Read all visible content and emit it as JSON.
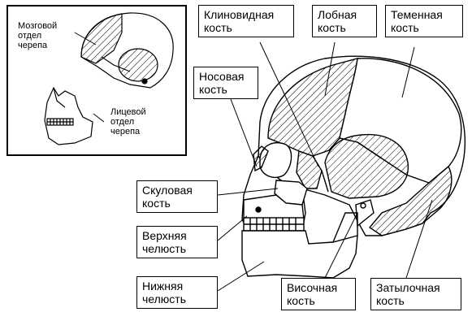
{
  "inset": {
    "cranial_label": [
      "Мозговой",
      "отдел",
      "черепа"
    ],
    "facial_label": [
      "Лицевой",
      "отдел",
      "черепа"
    ]
  },
  "labels": {
    "sphenoid": [
      "Клиновидная",
      "кость"
    ],
    "frontal": [
      "Лобная",
      "кость"
    ],
    "parietal": [
      "Теменная",
      "кость"
    ],
    "nasal": [
      "Носовая",
      "кость"
    ],
    "zygomatic": [
      "Скуловая",
      "кость"
    ],
    "maxilla": [
      "Верхняя",
      "челюсть"
    ],
    "mandible": [
      "Нижняя",
      "челюсть"
    ],
    "temporal": [
      "Височная",
      "кость"
    ],
    "occipital": [
      "Затылочная",
      "кость"
    ]
  }
}
